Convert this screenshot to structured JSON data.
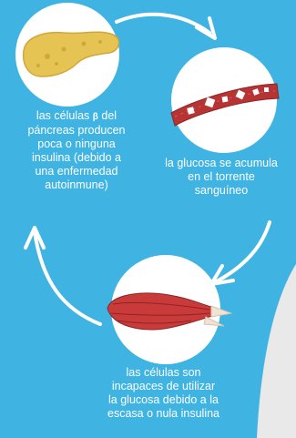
{
  "diagram": {
    "colors": {
      "background": "#3fb3e2",
      "corner": "#e9e9e9",
      "circle": "#ffffff",
      "arrow": "#ffffff",
      "pancreas": "#e6c454",
      "vessel": "#b73434",
      "muscle": "#c93b3b"
    },
    "steps": [
      {
        "icon": "pancreas-icon",
        "lines": [
          "las células",
          "β",
          "del",
          "páncreas producen",
          "poca o ninguna",
          "insulina (debido a",
          "una enfermedad",
          "autoinmune)"
        ]
      },
      {
        "icon": "blood-vessel-icon",
        "lines": [
          "la glucosa se acumula",
          "en el torrente",
          "sanguíneo"
        ]
      },
      {
        "icon": "muscle-icon",
        "lines": [
          "las células son",
          "incapaces de utilizar",
          "la glucosa debido a la",
          "escasa o nula insulina"
        ]
      }
    ]
  }
}
